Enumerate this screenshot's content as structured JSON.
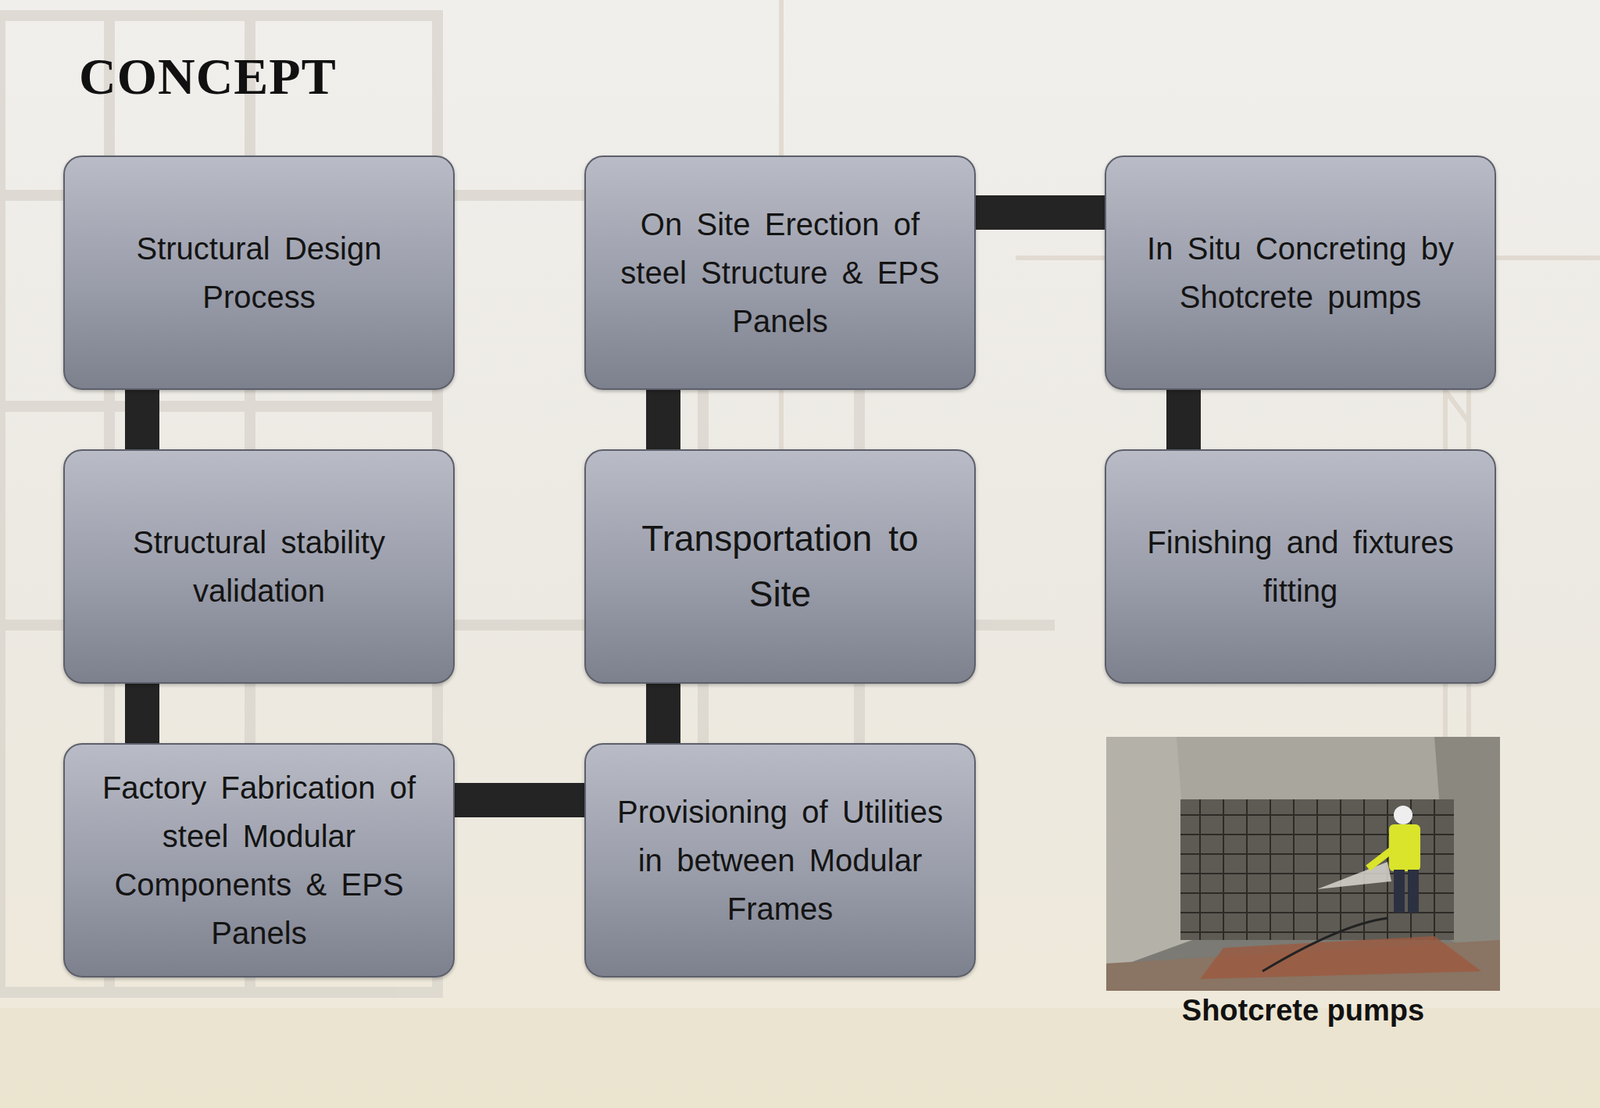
{
  "diagram": {
    "title": "CONCEPT",
    "nodes": [
      {
        "text": [
          "Structural Design Process"
        ]
      },
      {
        "text": [
          "Structural stability validation"
        ]
      },
      {
        "text": [
          "Factory Fabrication of steel Modular Components & EPS Panels"
        ]
      },
      {
        "text": [
          "Provisioning of Utilities in between Modular Frames"
        ]
      },
      {
        "text": [
          "Transportation to Site"
        ]
      },
      {
        "text": [
          "On Site Erection of steel Structure & EPS Panels"
        ]
      },
      {
        "text": [
          "In Situ Concreting by Shotcrete pumps"
        ]
      },
      {
        "text": [
          "Finishing and fixtures fitting"
        ]
      }
    ],
    "edges": [
      {
        "from": 0,
        "to": 1,
        "arrow": "none"
      },
      {
        "from": 1,
        "to": 2,
        "arrow": "none"
      },
      {
        "from": 2,
        "to": 3,
        "arrow": "none"
      },
      {
        "from": 3,
        "to": 4,
        "arrow": "none"
      },
      {
        "from": 4,
        "to": 5,
        "arrow": "none"
      },
      {
        "from": 5,
        "to": 6,
        "arrow": "none"
      },
      {
        "from": 6,
        "to": 7,
        "arrow": "none"
      }
    ],
    "labels": [
      "Shotcrete pumps"
    ]
  }
}
